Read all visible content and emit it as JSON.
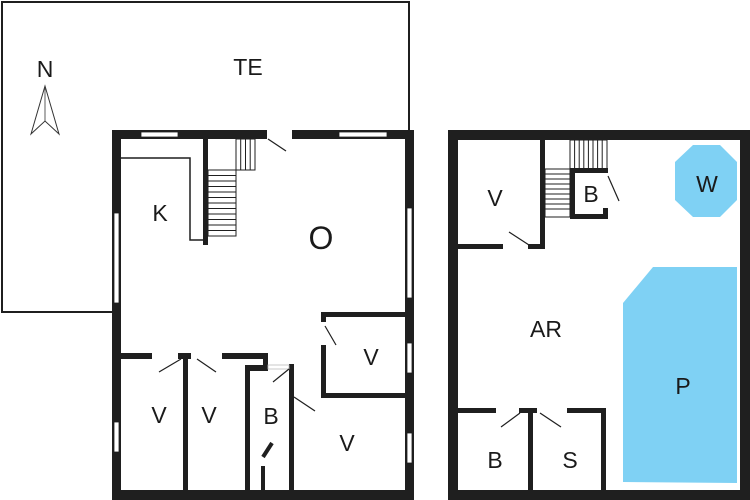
{
  "plan": {
    "type": "floor-plan",
    "compass": {
      "label": "N"
    },
    "colors": {
      "wall": "#1f1f1f",
      "water": "#7fd1f4",
      "background": "#ffffff"
    },
    "rooms": {
      "terrace": "TE",
      "kitchen": "K",
      "living": "O",
      "bedroom_east": "V",
      "bedroom_1": "V",
      "bedroom_2": "V",
      "bathroom_1": "B",
      "bedroom_south": "V",
      "annex_bedroom": "V",
      "annex_bathroom_small": "B",
      "whirlpool": "W",
      "activity_room": "AR",
      "pool": "P",
      "annex_bathroom": "B",
      "sauna": "S"
    }
  }
}
